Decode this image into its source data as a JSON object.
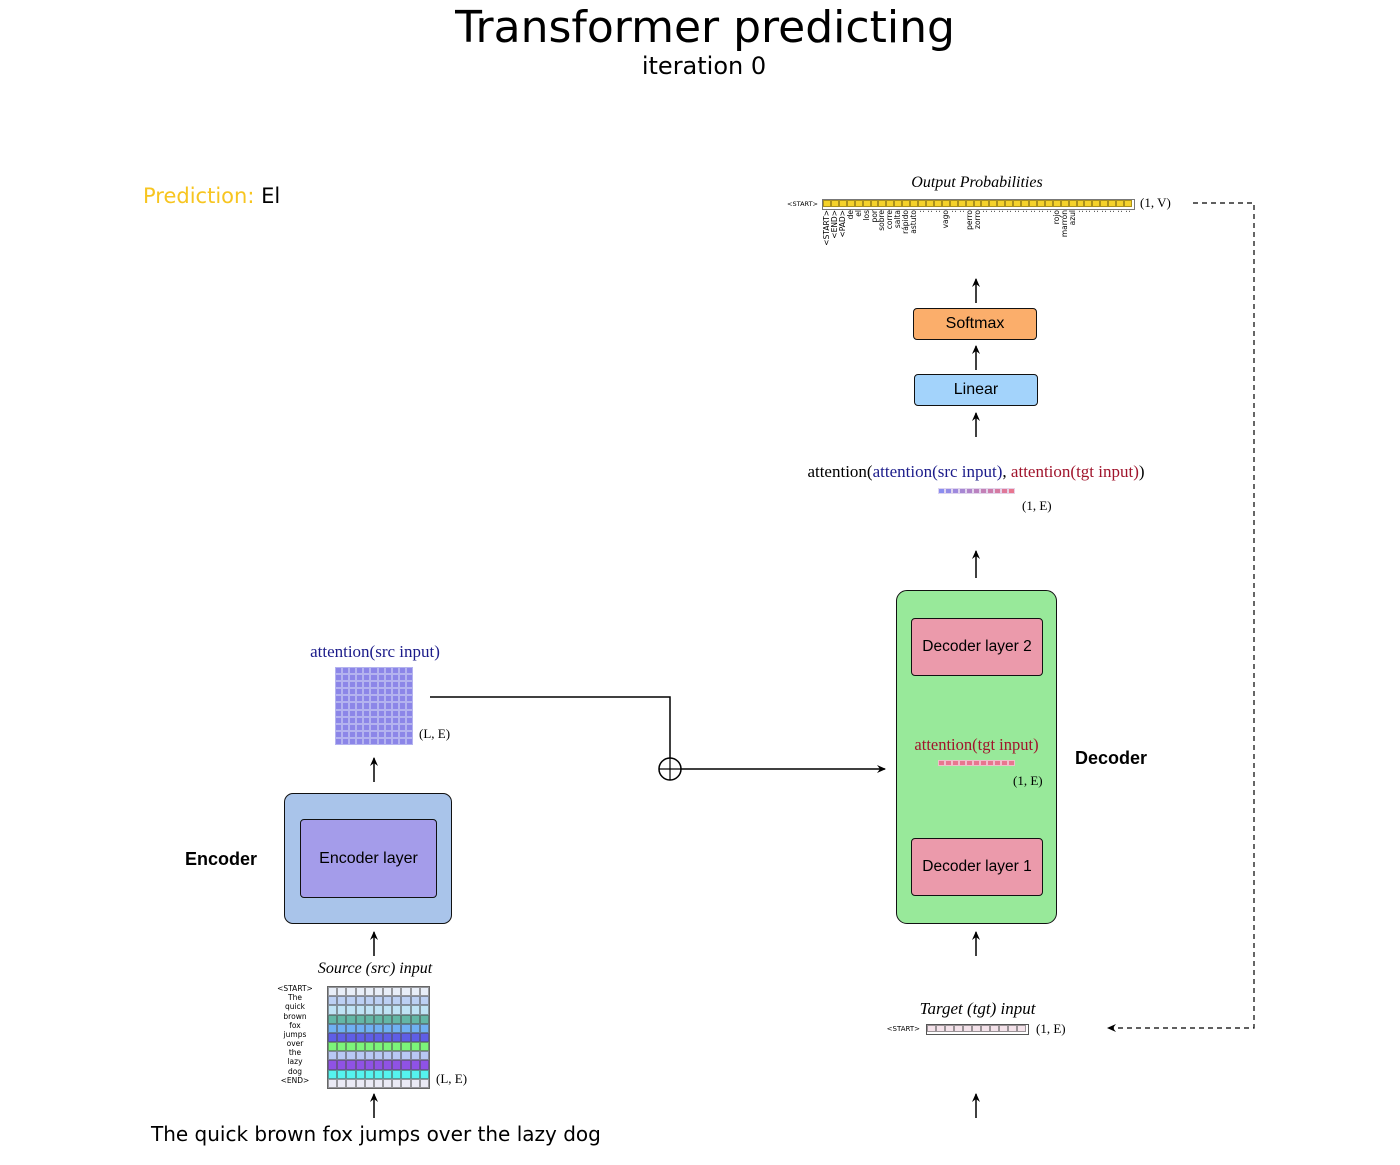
{
  "title": "Transformer predicting",
  "subtitle": "iteration 0",
  "prediction": {
    "label": "Prediction:",
    "value": "El"
  },
  "colors": {
    "prediction_label": "#f7c520",
    "src_attention_text": "#1b1b8a",
    "tgt_attention_text": "#a0142c",
    "encoder_outer": "#a9c4ea",
    "encoder_layer": "#a49cea",
    "decoder_outer": "#98e99a",
    "decoder_layer": "#eb9aab",
    "softmax": "#fbae6b",
    "linear": "#a3d3fb",
    "output_prob_cell": "#f5d22a"
  },
  "source_sentence": "The quick brown fox jumps over the lazy dog",
  "source_input": {
    "title": "Source (src) input",
    "dims": "(L, E)",
    "tokens": [
      "<START>",
      "The",
      "quick",
      "brown",
      "fox",
      "jumps",
      "over",
      "the",
      "lazy",
      "dog",
      "<END>"
    ],
    "row_colors": [
      "#e8eef8",
      "#bcd0f3",
      "#bfe3f5",
      "#63b7a6",
      "#6fb0f2",
      "#5f5ee6",
      "#7cf57a",
      "#b8c8f4",
      "#8f52e6",
      "#55f3ee",
      "#eaeaf5"
    ],
    "columns": 11
  },
  "encoder": {
    "label": "Encoder",
    "layer_label": "Encoder layer"
  },
  "src_attention": {
    "title": "attention(src input)",
    "dims": "(L, E)",
    "rows": 11,
    "columns": 11,
    "color": "#8c86e8"
  },
  "decoder": {
    "label": "Decoder",
    "layer1_label": "Decoder layer 1",
    "layer2_label": "Decoder layer 2",
    "tgt_attention_title": "attention(tgt input)",
    "tgt_attention_dims": "(1, E)",
    "tgt_attention_columns": 11
  },
  "target_input": {
    "title": "Target (tgt) input",
    "token": "<START>",
    "dims": "(1, E)",
    "columns": 11,
    "color": "#f4e2ea"
  },
  "combined_attention": {
    "prefix": "attention(",
    "src_part": "attention(src input)",
    "separator": ", ",
    "tgt_part": "attention(tgt input)",
    "suffix": ")",
    "dims": "(1, E)",
    "columns": 11,
    "gradient_from": "#8b8ef0",
    "gradient_to": "#e8768f"
  },
  "linear_label": "Linear",
  "softmax_label": "Softmax",
  "output_probabilities": {
    "title": "Output Probabilities",
    "row_token": "<START>",
    "dims": "(1, V)",
    "vocab_labels": [
      "<START>",
      "<END>",
      "<PAD>",
      "de",
      "el",
      "los",
      "por",
      "sobre",
      "corre",
      "salta",
      "rápido",
      "astuto",
      ":",
      ":",
      ":",
      "vago",
      ":",
      ":",
      "perro",
      "zorro",
      ":",
      ":",
      ":",
      ":",
      ":",
      ":",
      ":",
      ":",
      ":",
      "rojo",
      "marrón",
      "azul",
      ":",
      ":",
      ":",
      ":",
      ":",
      ":",
      ":"
    ]
  }
}
